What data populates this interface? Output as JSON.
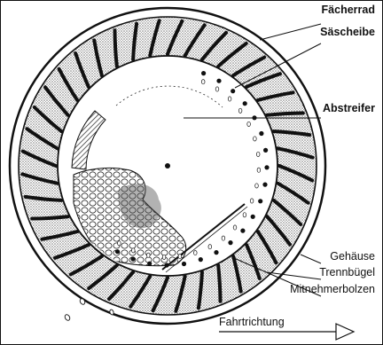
{
  "labels": {
    "faecherrad": "Fächerrad",
    "saescheibe": "Säscheibe",
    "abstreifer": "Abstreifer",
    "gehaeuse": "Gehäuse",
    "trennbuegel": "Trennbügel",
    "mitnehmerbolzen": "Mitnehmerbolzen",
    "fahrtrichtung": "Fahrtrichtung"
  },
  "colors": {
    "ink": "#111111",
    "stipple": "#9a9a9a",
    "background": "#ffffff"
  },
  "parts": {
    "spoke_count": 40,
    "pin_count": 20
  }
}
